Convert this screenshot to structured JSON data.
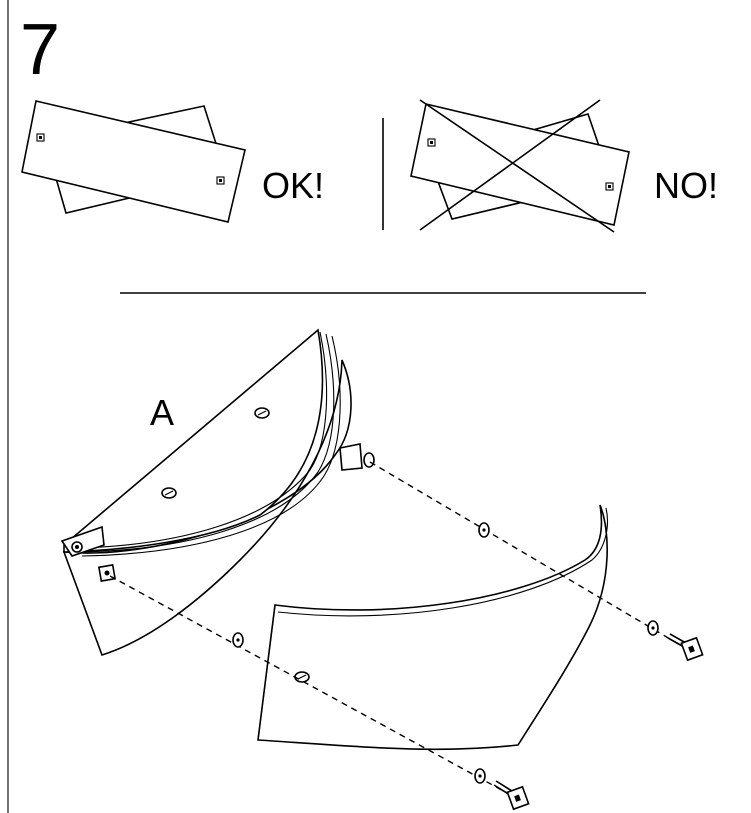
{
  "step": {
    "number": "7"
  },
  "comparison": {
    "ok_label": "OK!",
    "no_label": "NO!"
  },
  "assembly": {
    "part_label": "A"
  }
}
